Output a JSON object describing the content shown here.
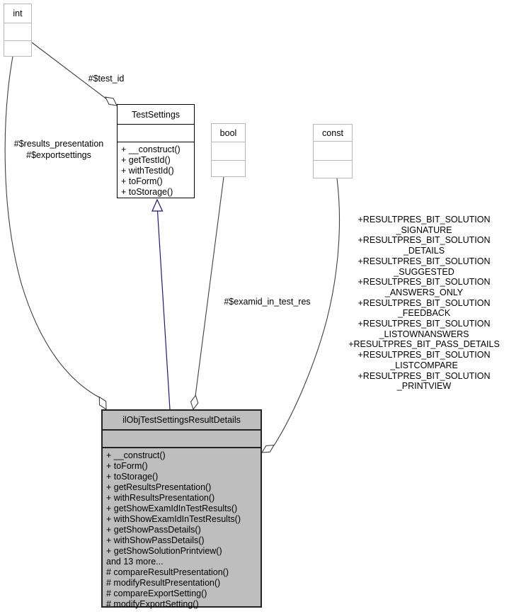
{
  "diagram": {
    "classes": {
      "int_type": {
        "name": "int"
      },
      "test_settings": {
        "name": "TestSettings",
        "methods": [
          "+ __construct()",
          "+ getTestId()",
          "+ withTestId()",
          "+ toForm()",
          "+ toStorage()"
        ]
      },
      "bool_type": {
        "name": "bool"
      },
      "const_type": {
        "name": "const"
      },
      "main_class": {
        "name": "ilObjTestSettingsResultDetails",
        "methods": [
          "+ __construct()",
          "+ toForm()",
          "+ toStorage()",
          "+ getResultsPresentation()",
          "+ withResultsPresentation()",
          "+ getShowExamIdInTestResults()",
          "+ withShowExamIdInTestResults()",
          "+ getShowPassDetails()",
          "+ withShowPassDetails()",
          "+ getShowSolutionPrintview()",
          "and 13 more...",
          "# compareResultPresentation()",
          "# modifyResultPresentation()",
          "# compareExportSetting()",
          "# modifyExportSetting()"
        ]
      }
    },
    "edge_labels": {
      "test_id": "#$test_id",
      "results_presentation_lines": [
        "#$results_presentation",
        "#$exportsettings"
      ],
      "examid": "#$examid_in_test_res",
      "const_lines": [
        "+RESULTPRES_BIT_SOLUTION",
        "_SIGNATURE",
        "+RESULTPRES_BIT_SOLUTION",
        "_DETAILS",
        "+RESULTPRES_BIT_SOLUTION",
        "_SUGGESTED",
        "+RESULTPRES_BIT_SOLUTION",
        "_ANSWERS_ONLY",
        "+RESULTPRES_BIT_SOLUTION",
        "_FEEDBACK",
        "+RESULTPRES_BIT_SOLUTION",
        "_LISTOWNANSWERS",
        "+RESULTPRES_BIT_PASS_DETAILS",
        "+RESULTPRES_BIT_SOLUTION",
        "_LISTCOMPARE",
        "+RESULTPRES_BIT_SOLUTION",
        "_PRINTVIEW"
      ]
    },
    "colors": {
      "background": "#ffffff",
      "main_fill": "#bebebe",
      "edge": "#404040",
      "inheritance_edge": "#191970",
      "minor_border": "#b9b9b9",
      "strong_border": "#000000",
      "main_border": "#242424"
    }
  }
}
